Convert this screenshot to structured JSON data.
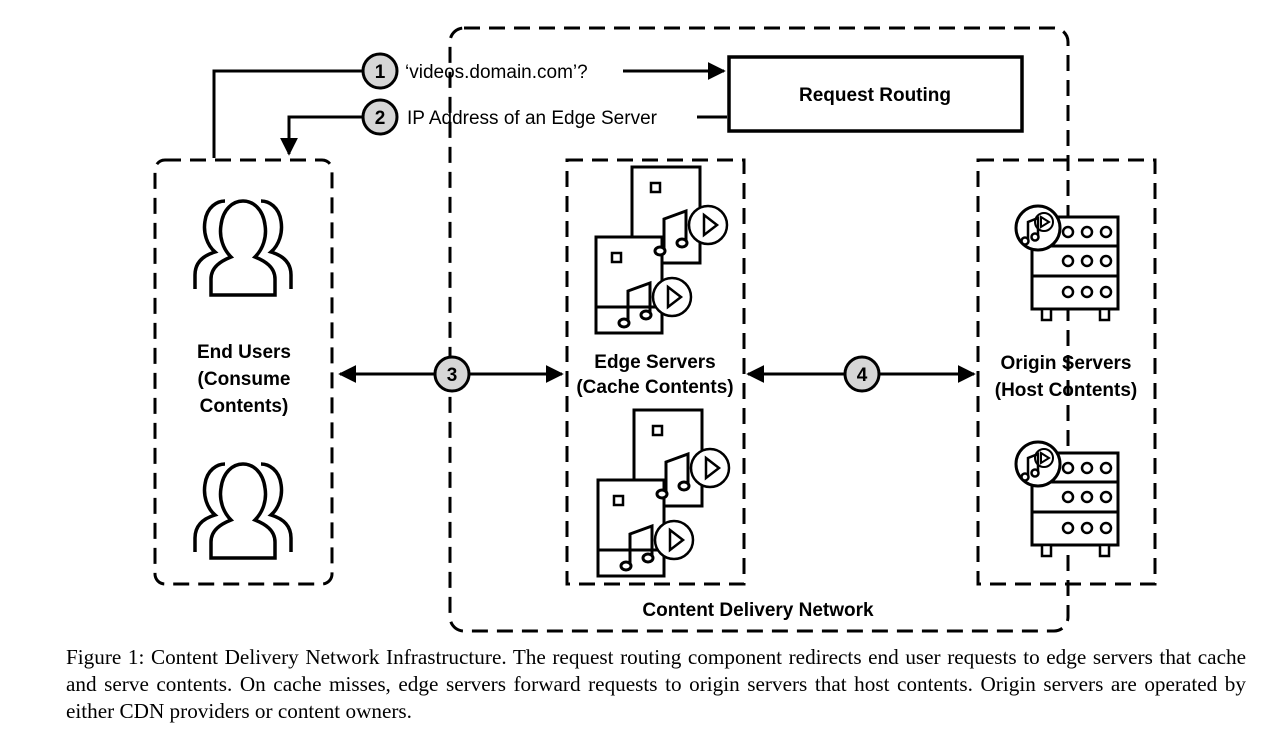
{
  "step1_label": "‘videos.domain.com’?",
  "step2_label": "IP Address of an Edge Server",
  "request_routing": "Request Routing",
  "end_users": [
    "End Users",
    "(Consume",
    "Contents)"
  ],
  "edge_servers": [
    "Edge Servers",
    "(Cache Contents)"
  ],
  "origin_servers": [
    "Origin Servers",
    "(Host Contents)"
  ],
  "cdn_label": "Content Delivery Network",
  "steps": [
    "1",
    "2",
    "3",
    "4"
  ],
  "caption": "Figure 1: Content Delivery Network Infrastructure. The request routing component redirects end user requests to edge servers that cache and serve contents. On cache misses, edge servers forward requests to origin servers that host contents. Origin servers are operated by either CDN providers or content owners."
}
